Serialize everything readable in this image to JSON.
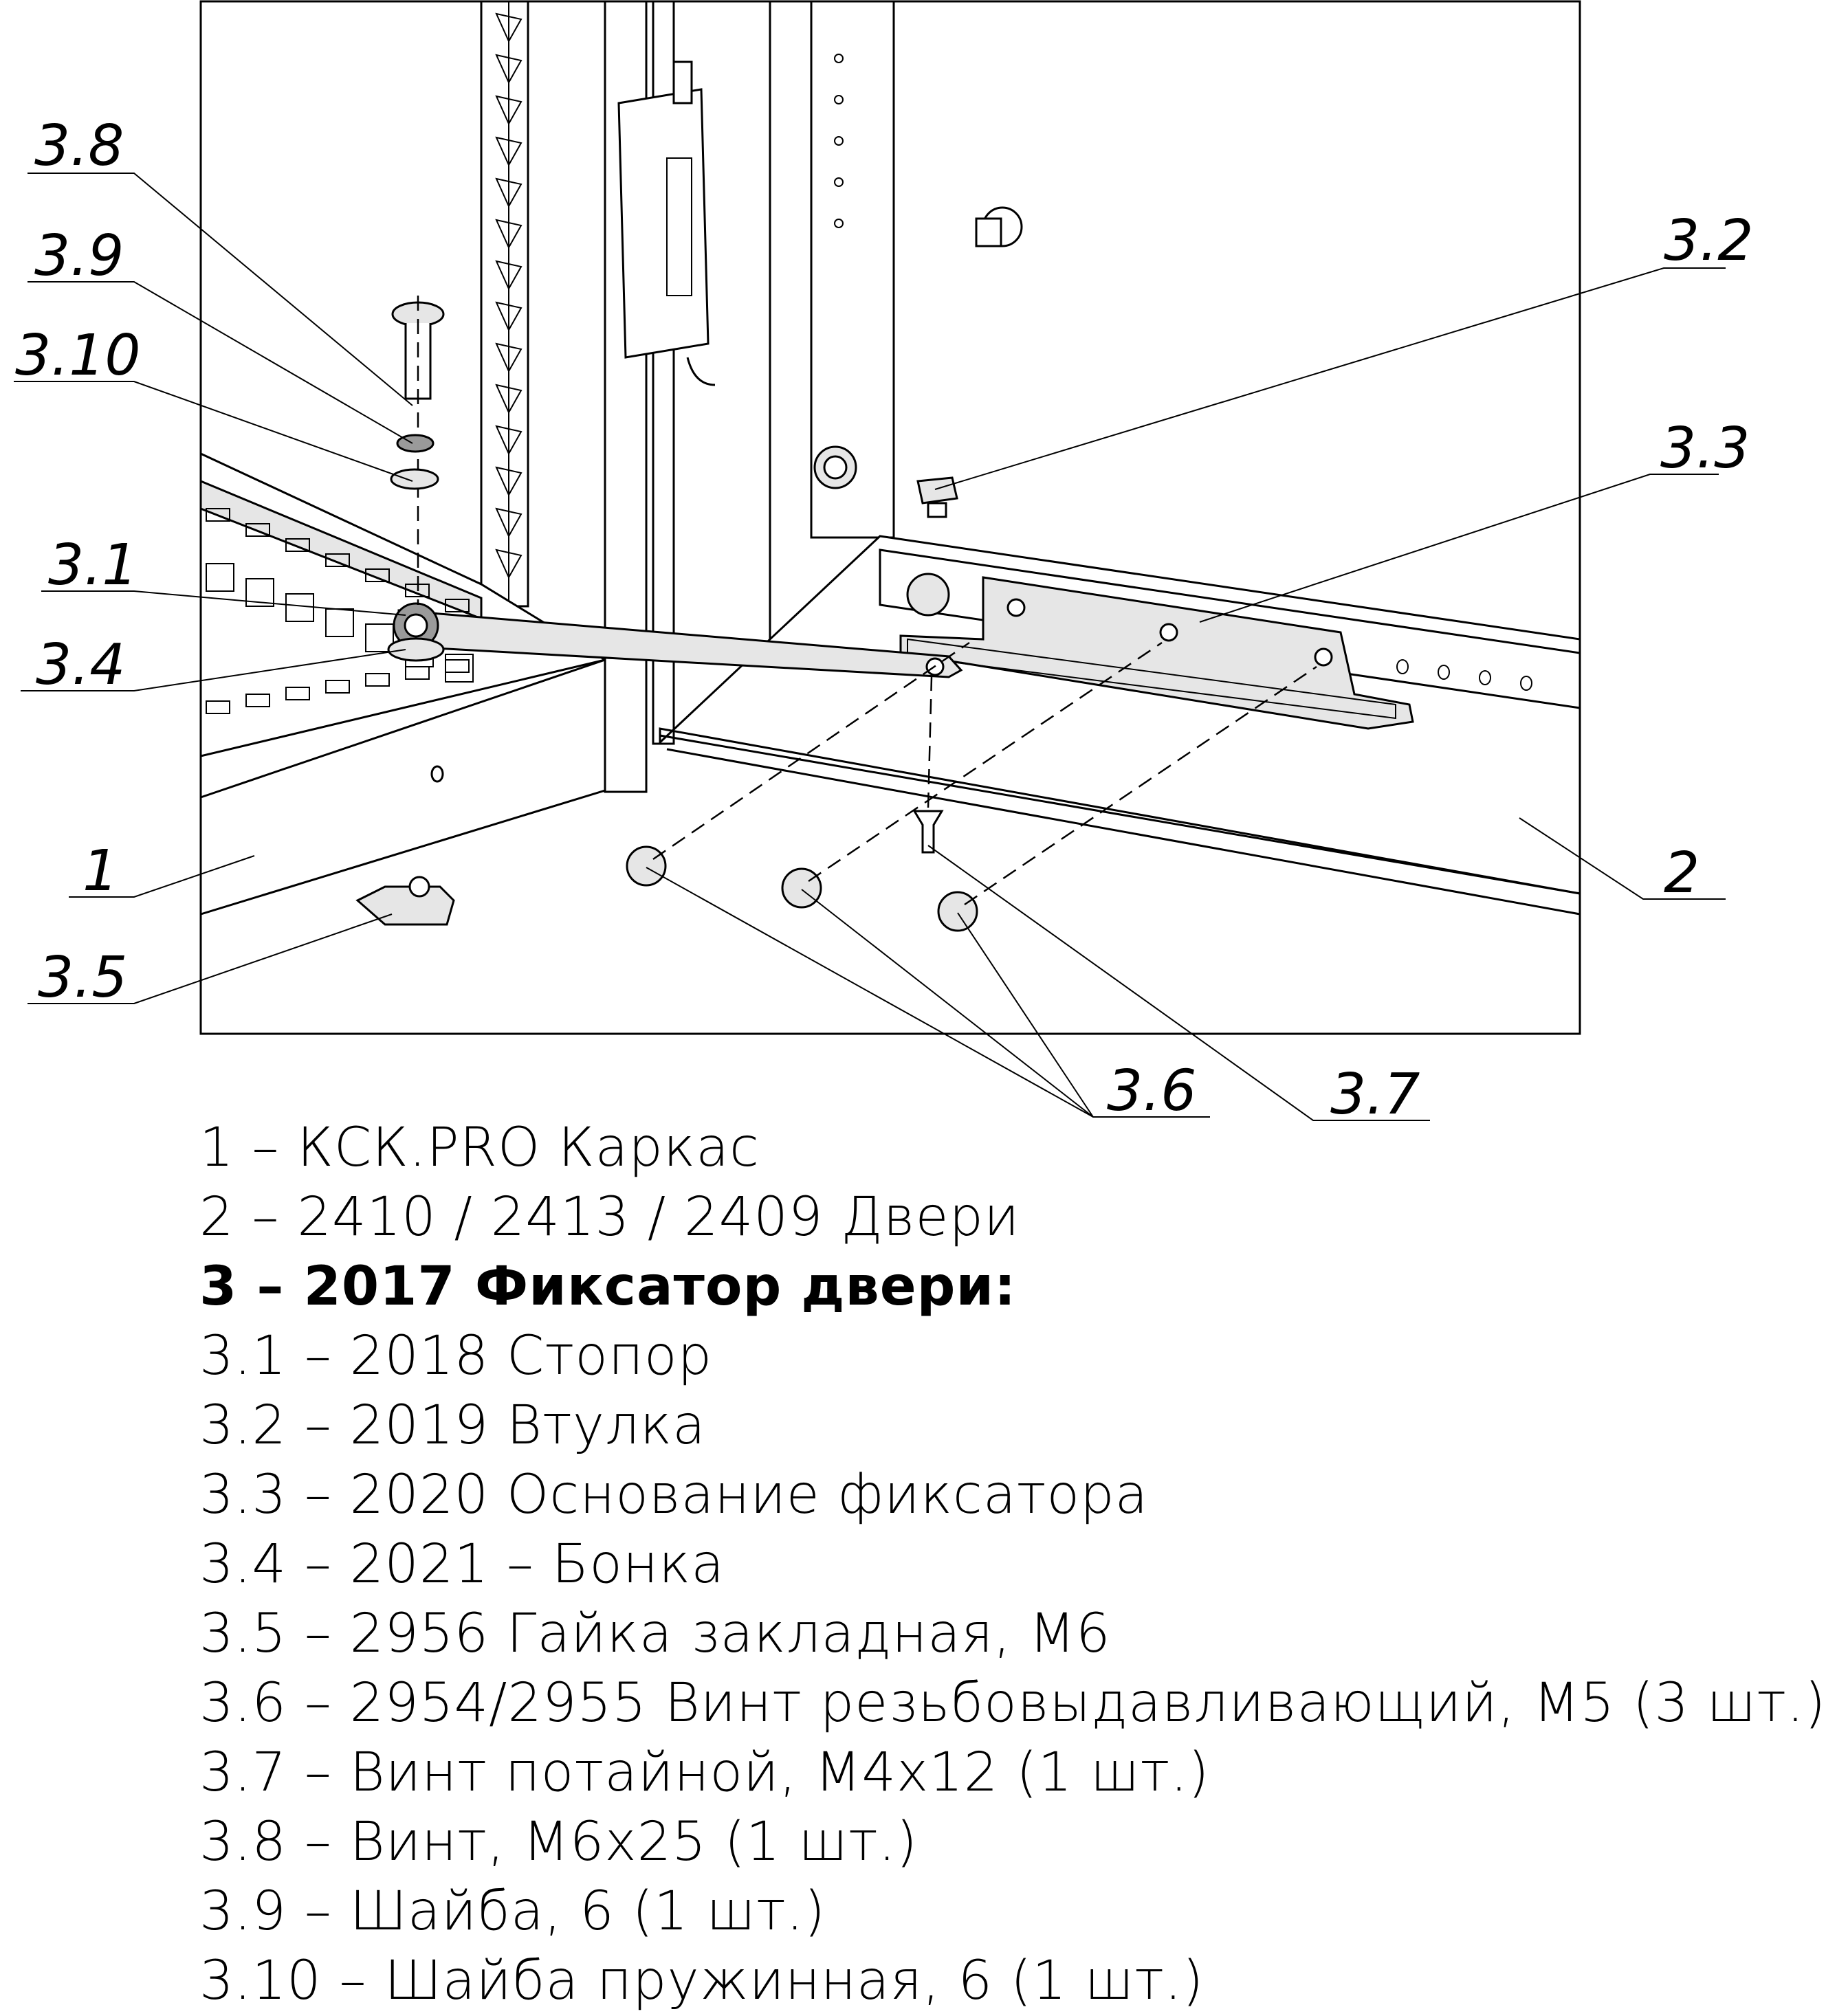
{
  "callouts": {
    "c3_8": "3.8",
    "c3_9": "3.9",
    "c3_10": "3.10",
    "c3_1": "3.1",
    "c3_4": "3.4",
    "c1": "1",
    "c3_5": "3.5",
    "c3_6": "3.6",
    "c3_7": "3.7",
    "c3_2": "3.2",
    "c3_3": "3.3",
    "c2": "2"
  },
  "legend": [
    {
      "text": "1 – КСК.PRO Каркас",
      "bold": false
    },
    {
      "text": "2 – 2410 / 2413 / 2409 Двери",
      "bold": false
    },
    {
      "text": "3 – 2017 Фиксатор двери:",
      "bold": true
    },
    {
      "text": "3.1 – 2018 Стопор",
      "bold": false
    },
    {
      "text": "3.2 – 2019 Втулка",
      "bold": false
    },
    {
      "text": "3.3 – 2020 Основание фиксатора",
      "bold": false
    },
    {
      "text": "3.4 – 2021 – Бонка",
      "bold": false
    },
    {
      "text": "3.5 – 2956 Гайка закладная, М6",
      "bold": false
    },
    {
      "text": "3.6 – 2954/2955 Винт резьбовыдавливающий, М5 (3 шт.)",
      "bold": false
    },
    {
      "text": "3.7 – Винт потайной, М4х12 (1 шт.)",
      "bold": false
    },
    {
      "text": "3.8 – Винт, М6х25 (1 шт.)",
      "bold": false
    },
    {
      "text": "3.9 – Шайба, 6 (1 шт.)",
      "bold": false
    },
    {
      "text": "3.10 – Шайба пружинная, 6 (1 шт.)",
      "bold": false
    }
  ]
}
